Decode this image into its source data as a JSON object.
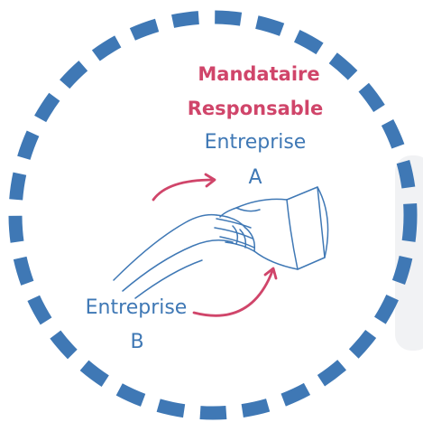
{
  "labels": {
    "mandataire": "Mandataire",
    "responsable": "Responsable",
    "entreprise_a_line1": "Entreprise",
    "entreprise_a_line2": "A",
    "entreprise_b_line1": "Entreprise",
    "entreprise_b_line2": "B"
  },
  "colors": {
    "dashed_circle": "#3f78b5",
    "highlight_text": "#d0456a",
    "body_text": "#3f78b5",
    "arrows": "#d0456a",
    "hands_outline": "#3f78b5",
    "side_panel": "#f1f2f4"
  },
  "icons": [
    "handshake-icon",
    "curved-arrow-icon"
  ]
}
